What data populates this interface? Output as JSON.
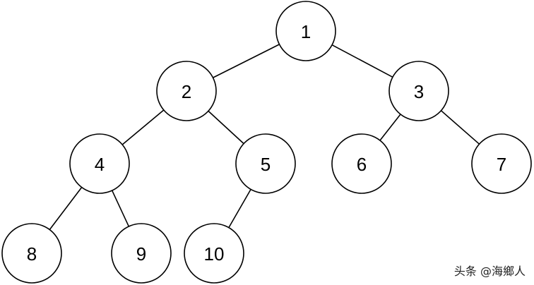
{
  "diagram": {
    "type": "tree",
    "nodes": [
      {
        "id": "n1",
        "label": "1"
      },
      {
        "id": "n2",
        "label": "2"
      },
      {
        "id": "n3",
        "label": "3"
      },
      {
        "id": "n4",
        "label": "4"
      },
      {
        "id": "n5",
        "label": "5"
      },
      {
        "id": "n6",
        "label": "6"
      },
      {
        "id": "n7",
        "label": "7"
      },
      {
        "id": "n8",
        "label": "8"
      },
      {
        "id": "n9",
        "label": "9"
      },
      {
        "id": "n10",
        "label": "10"
      }
    ],
    "edges": [
      [
        "n1",
        "n2"
      ],
      [
        "n1",
        "n3"
      ],
      [
        "n2",
        "n4"
      ],
      [
        "n2",
        "n5"
      ],
      [
        "n3",
        "n6"
      ],
      [
        "n3",
        "n7"
      ],
      [
        "n4",
        "n8"
      ],
      [
        "n4",
        "n9"
      ],
      [
        "n5",
        "n10"
      ]
    ]
  },
  "watermark": {
    "text": "头条 @海鄉人"
  }
}
